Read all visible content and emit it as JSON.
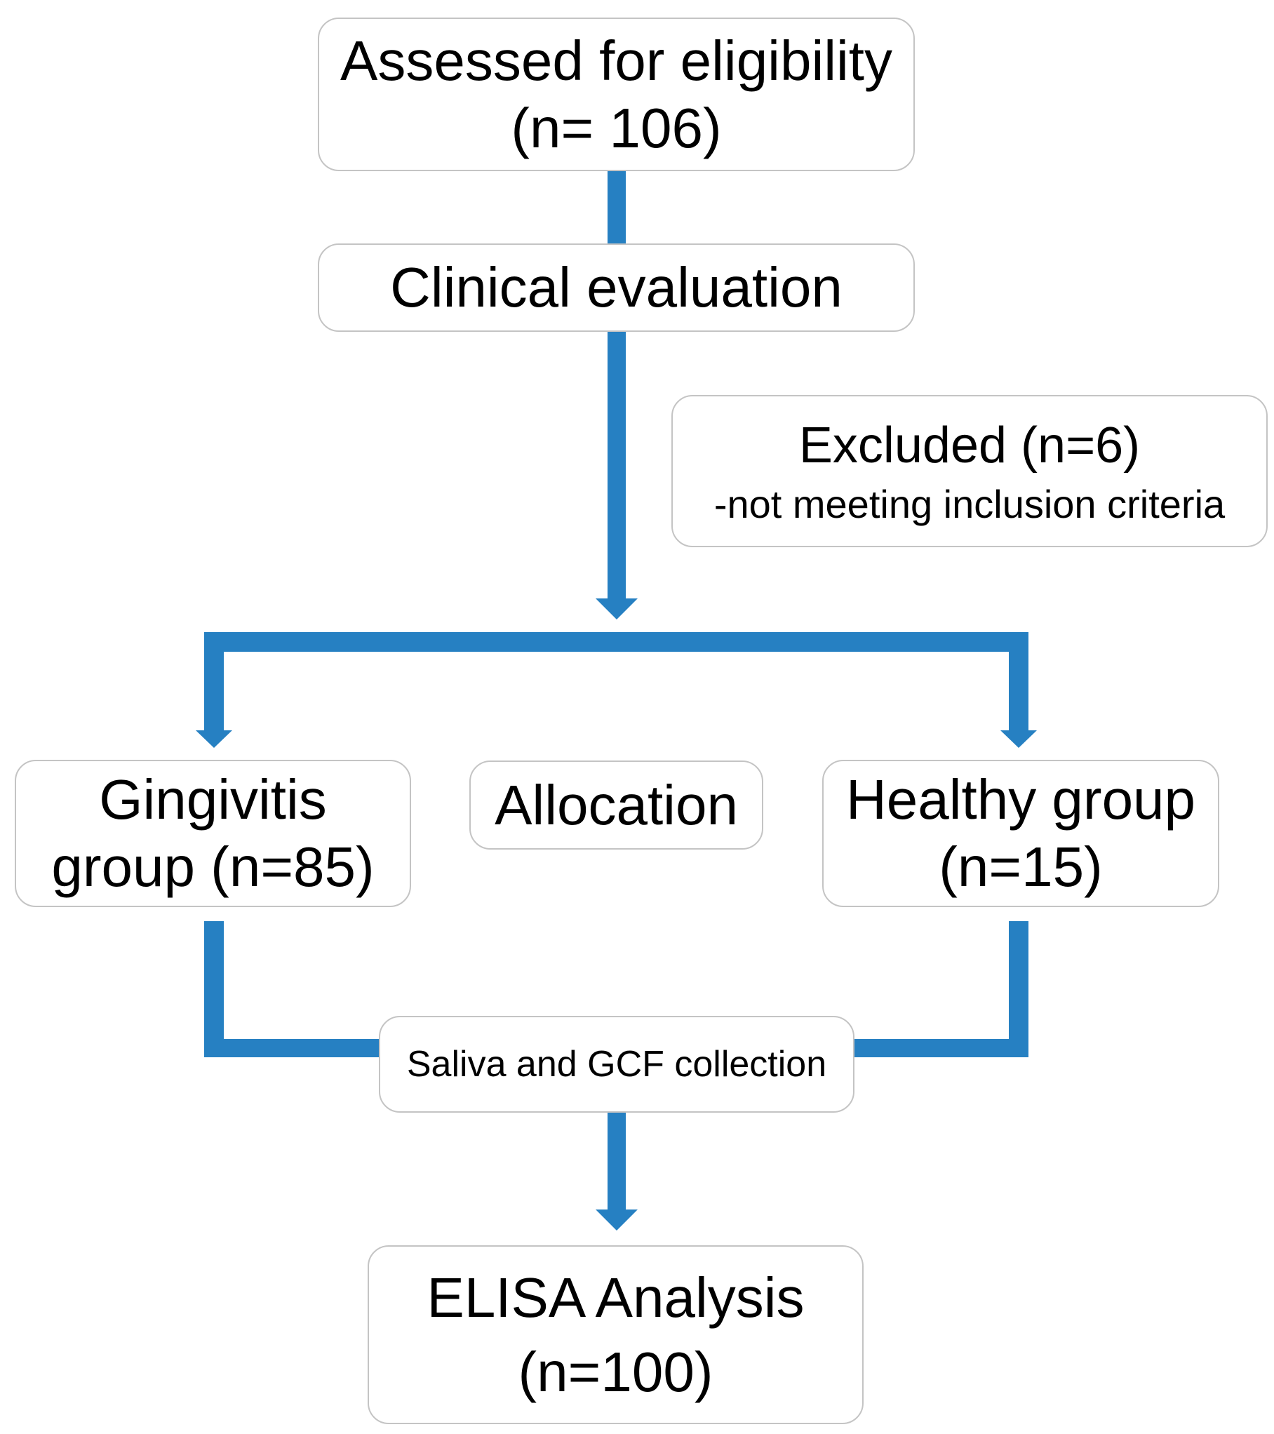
{
  "colors": {
    "arrow": "#2680c2",
    "box_border": "#c4c4c4",
    "text": "#000000",
    "background": "#ffffff"
  },
  "nodes": {
    "eligibility": {
      "line1": "Assessed for eligibility",
      "line2": "(n= 106)"
    },
    "clinical": {
      "line1": "Clinical evaluation"
    },
    "excluded": {
      "line1": "Excluded (n=6)",
      "line2": "-not meeting inclusion criteria"
    },
    "gingivitis": {
      "line1": "Gingivitis",
      "line2": "group (n=85)"
    },
    "allocation": {
      "line1": "Allocation"
    },
    "healthy": {
      "line1": "Healthy group",
      "line2": "(n=15)"
    },
    "collection": {
      "line1": "Saliva and GCF collection"
    },
    "elisa": {
      "line1": "ELISA Analysis",
      "line2": "(n=100)"
    }
  },
  "edges": [
    {
      "from": "eligibility",
      "to": "clinical"
    },
    {
      "from": "clinical",
      "to": "gingivitis"
    },
    {
      "from": "clinical",
      "to": "healthy"
    },
    {
      "from": "gingivitis",
      "to": "collection"
    },
    {
      "from": "healthy",
      "to": "collection"
    },
    {
      "from": "collection",
      "to": "elisa"
    }
  ]
}
